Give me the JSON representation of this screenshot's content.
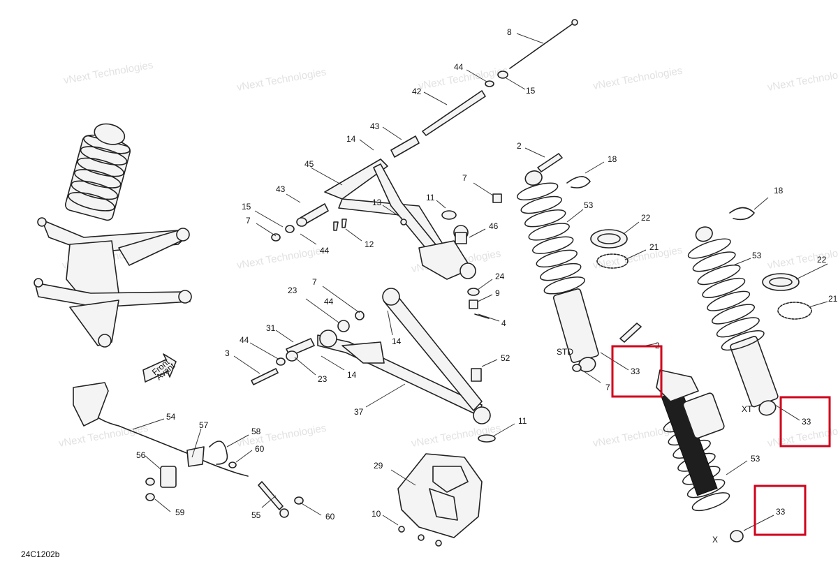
{
  "diagram": {
    "code": "24C1202b",
    "front_marker": {
      "line1": "Front",
      "line2": "Avant"
    },
    "variant_labels": {
      "std": "STD",
      "xt": "XT",
      "x": "X"
    },
    "watermark": "vNext Technologies",
    "highlight_color": "#d0021b",
    "callouts": [
      "8",
      "44",
      "15",
      "42",
      "43",
      "14",
      "2",
      "18",
      "45",
      "7",
      "53",
      "43",
      "15",
      "11",
      "13",
      "7",
      "46",
      "22",
      "44",
      "12",
      "21",
      "53",
      "18",
      "22",
      "21",
      "24",
      "7",
      "9",
      "23",
      "44",
      "4",
      "31",
      "14",
      "44",
      "3",
      "23",
      "14",
      "52",
      "STD",
      "7",
      "37",
      "11",
      "54",
      "57",
      "58",
      "60",
      "56",
      "29",
      "59",
      "55",
      "60",
      "10",
      "53",
      "33",
      "33",
      "33"
    ],
    "highlighted_callouts": [
      {
        "id": "33",
        "variant": "STD"
      },
      {
        "id": "33",
        "variant": "XT"
      },
      {
        "id": "33",
        "variant": "X"
      }
    ]
  }
}
